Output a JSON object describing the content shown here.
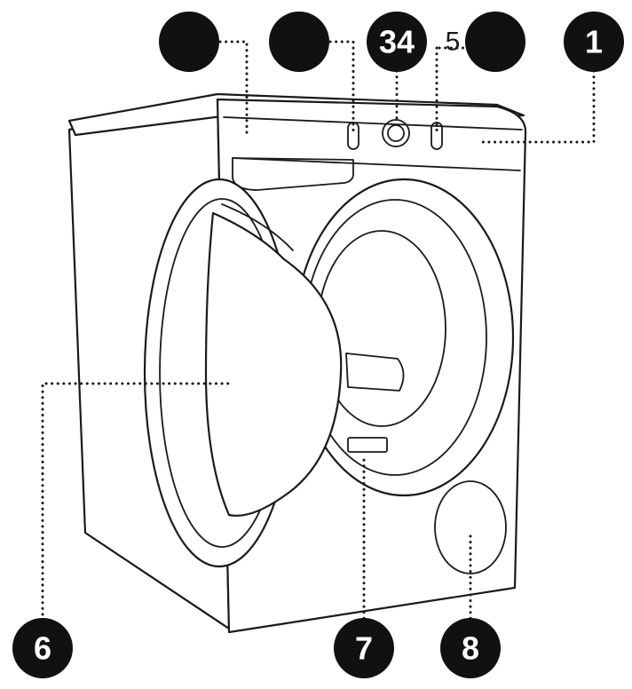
{
  "callouts": [
    {
      "key": "m_a",
      "label": ""
    },
    {
      "key": "m_b",
      "label": ""
    },
    {
      "key": "m_c",
      "label": "34"
    },
    {
      "key": "m_d",
      "label": ""
    },
    {
      "key": "m_e",
      "label": "1"
    },
    {
      "key": "m_6",
      "label": "6"
    },
    {
      "key": "m_7",
      "label": "7"
    },
    {
      "key": "m_8",
      "label": "8"
    }
  ],
  "stray_text": "5",
  "colors": {
    "ink": "#111111",
    "marker_text": "#ffffff",
    "background": "#ffffff"
  }
}
